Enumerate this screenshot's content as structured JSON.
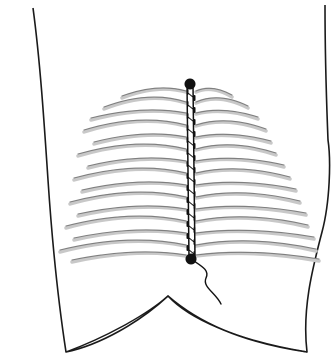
{
  "figure": {
    "kind": "surgical-suture-illustration",
    "colors": {
      "background": "#ffffff",
      "outline": "#1a1a1a",
      "suture": "#111111",
      "fold_stroke": "#7f7f7f",
      "fold_shadow": "#c8c8c8",
      "knot": "#111111"
    },
    "elements": {
      "torso_outline": "torso-outline",
      "suture_line": "suture-line",
      "top_knot": "top-knot-icon",
      "bottom_knot": "bottom-knot-icon",
      "tail_thread": "suture-tail-thread"
    }
  }
}
